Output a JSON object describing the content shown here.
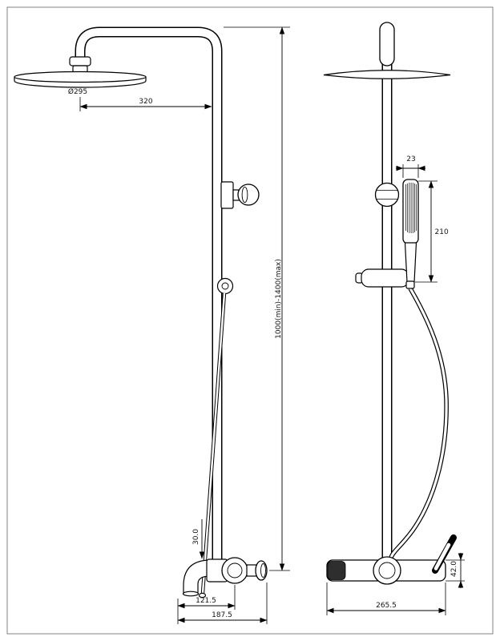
{
  "drawing": {
    "front_view": {
      "dim_head_diameter": "Ø295",
      "dim_arm_reach": "320",
      "dim_height_range": "1000(min)-1400(max)",
      "dim_spout_drop": "30.0",
      "dim_spout_reach": "121.5",
      "dim_overall_reach": "187.5"
    },
    "side_view": {
      "dim_handshower_width": "23",
      "dim_handshower_length": "210",
      "dim_mixer_height": "42.0",
      "dim_mixer_depth": "265.5"
    }
  }
}
